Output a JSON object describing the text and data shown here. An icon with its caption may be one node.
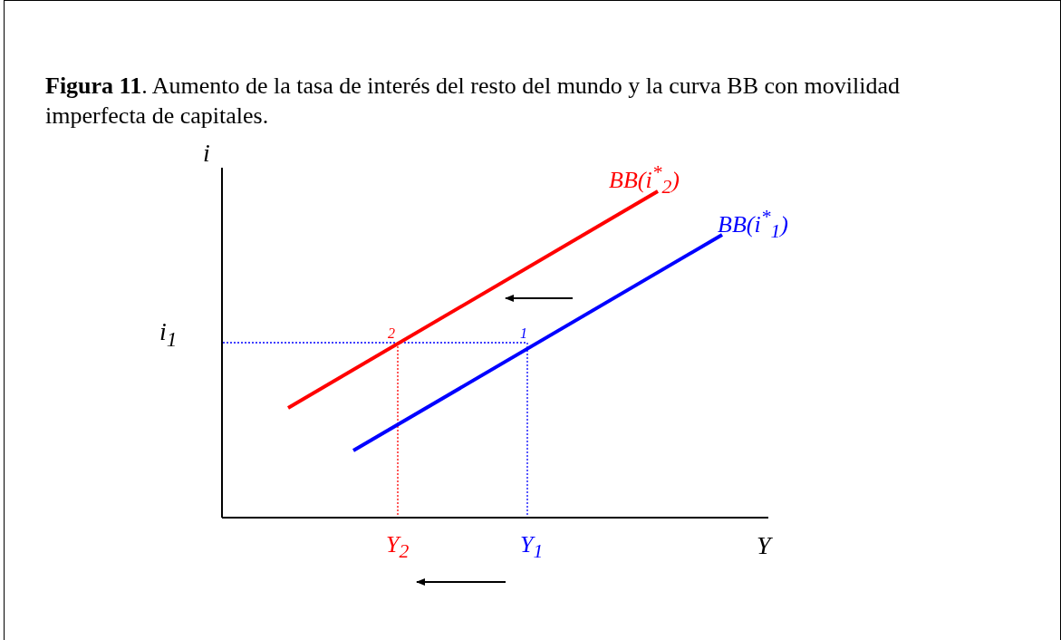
{
  "diagram": {
    "title": "**Figura 11**.  Aumento de la tasa de interés del resto del mundo y la curva BB con movilidad imperfecta de capitales.",
    "labels": [
      "i",
      "BB(i$^{*}$$_{2}$)",
      "BB(i$^{*}$$_{1}$)",
      "i$_{1}$",
      "2",
      "1",
      "Y$_{2}$",
      "Y$_{1}$",
      "Y"
    ]
  }
}
